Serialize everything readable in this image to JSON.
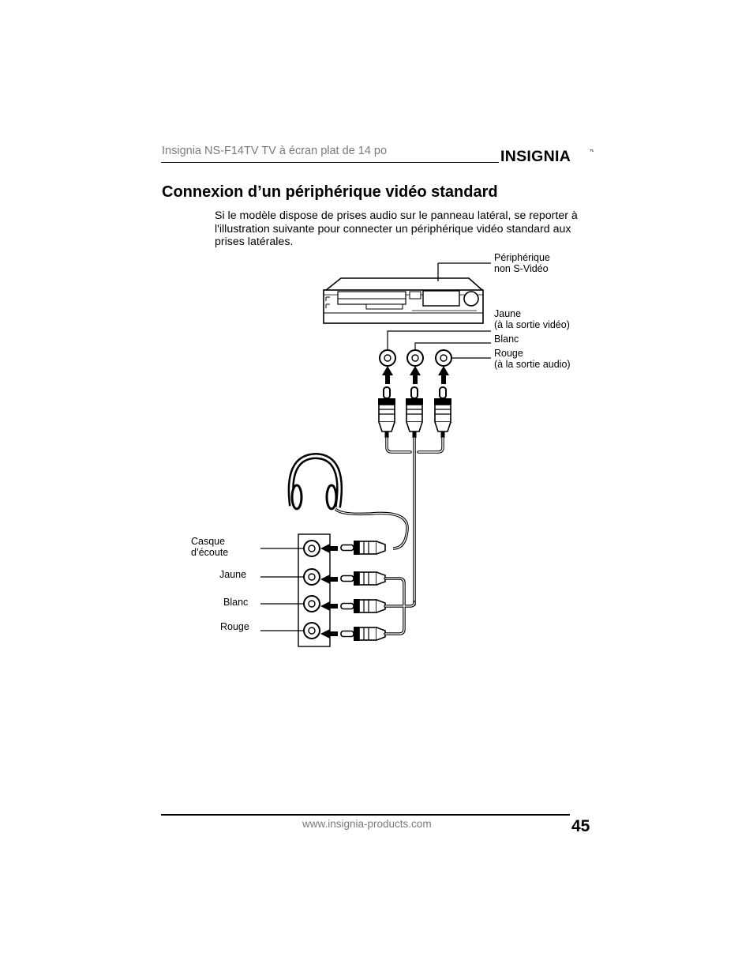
{
  "header": {
    "title": "Insignia NS-F14TV TV à écran plat de 14 po",
    "logo_text": "INSIGNIA"
  },
  "section": {
    "heading": "Connexion d’un périphérique vidéo standard",
    "intro": "Si le modèle dispose de prises audio sur le panneau latéral, se reporter à l'illustration suivante pour connecter un périphérique vidéo standard aux prises latérales."
  },
  "diagram": {
    "device_label": "Périphérique\nnon S-Vidéo",
    "jack_labels": {
      "yellow": "Jaune\n(à la sortie vidéo)",
      "white": "Blanc",
      "red": "Rouge\n(à la sortie audio)"
    },
    "tv_side_labels": {
      "headphone": "Casque\nd’écoute",
      "yellow": "Jaune",
      "white": "Blanc",
      "red": "Rouge"
    }
  },
  "footer": {
    "url": "www.insignia-products.com",
    "page_number": "45"
  },
  "colors": {
    "text": "#000000",
    "muted": "#7a7a7a",
    "background": "#ffffff"
  }
}
